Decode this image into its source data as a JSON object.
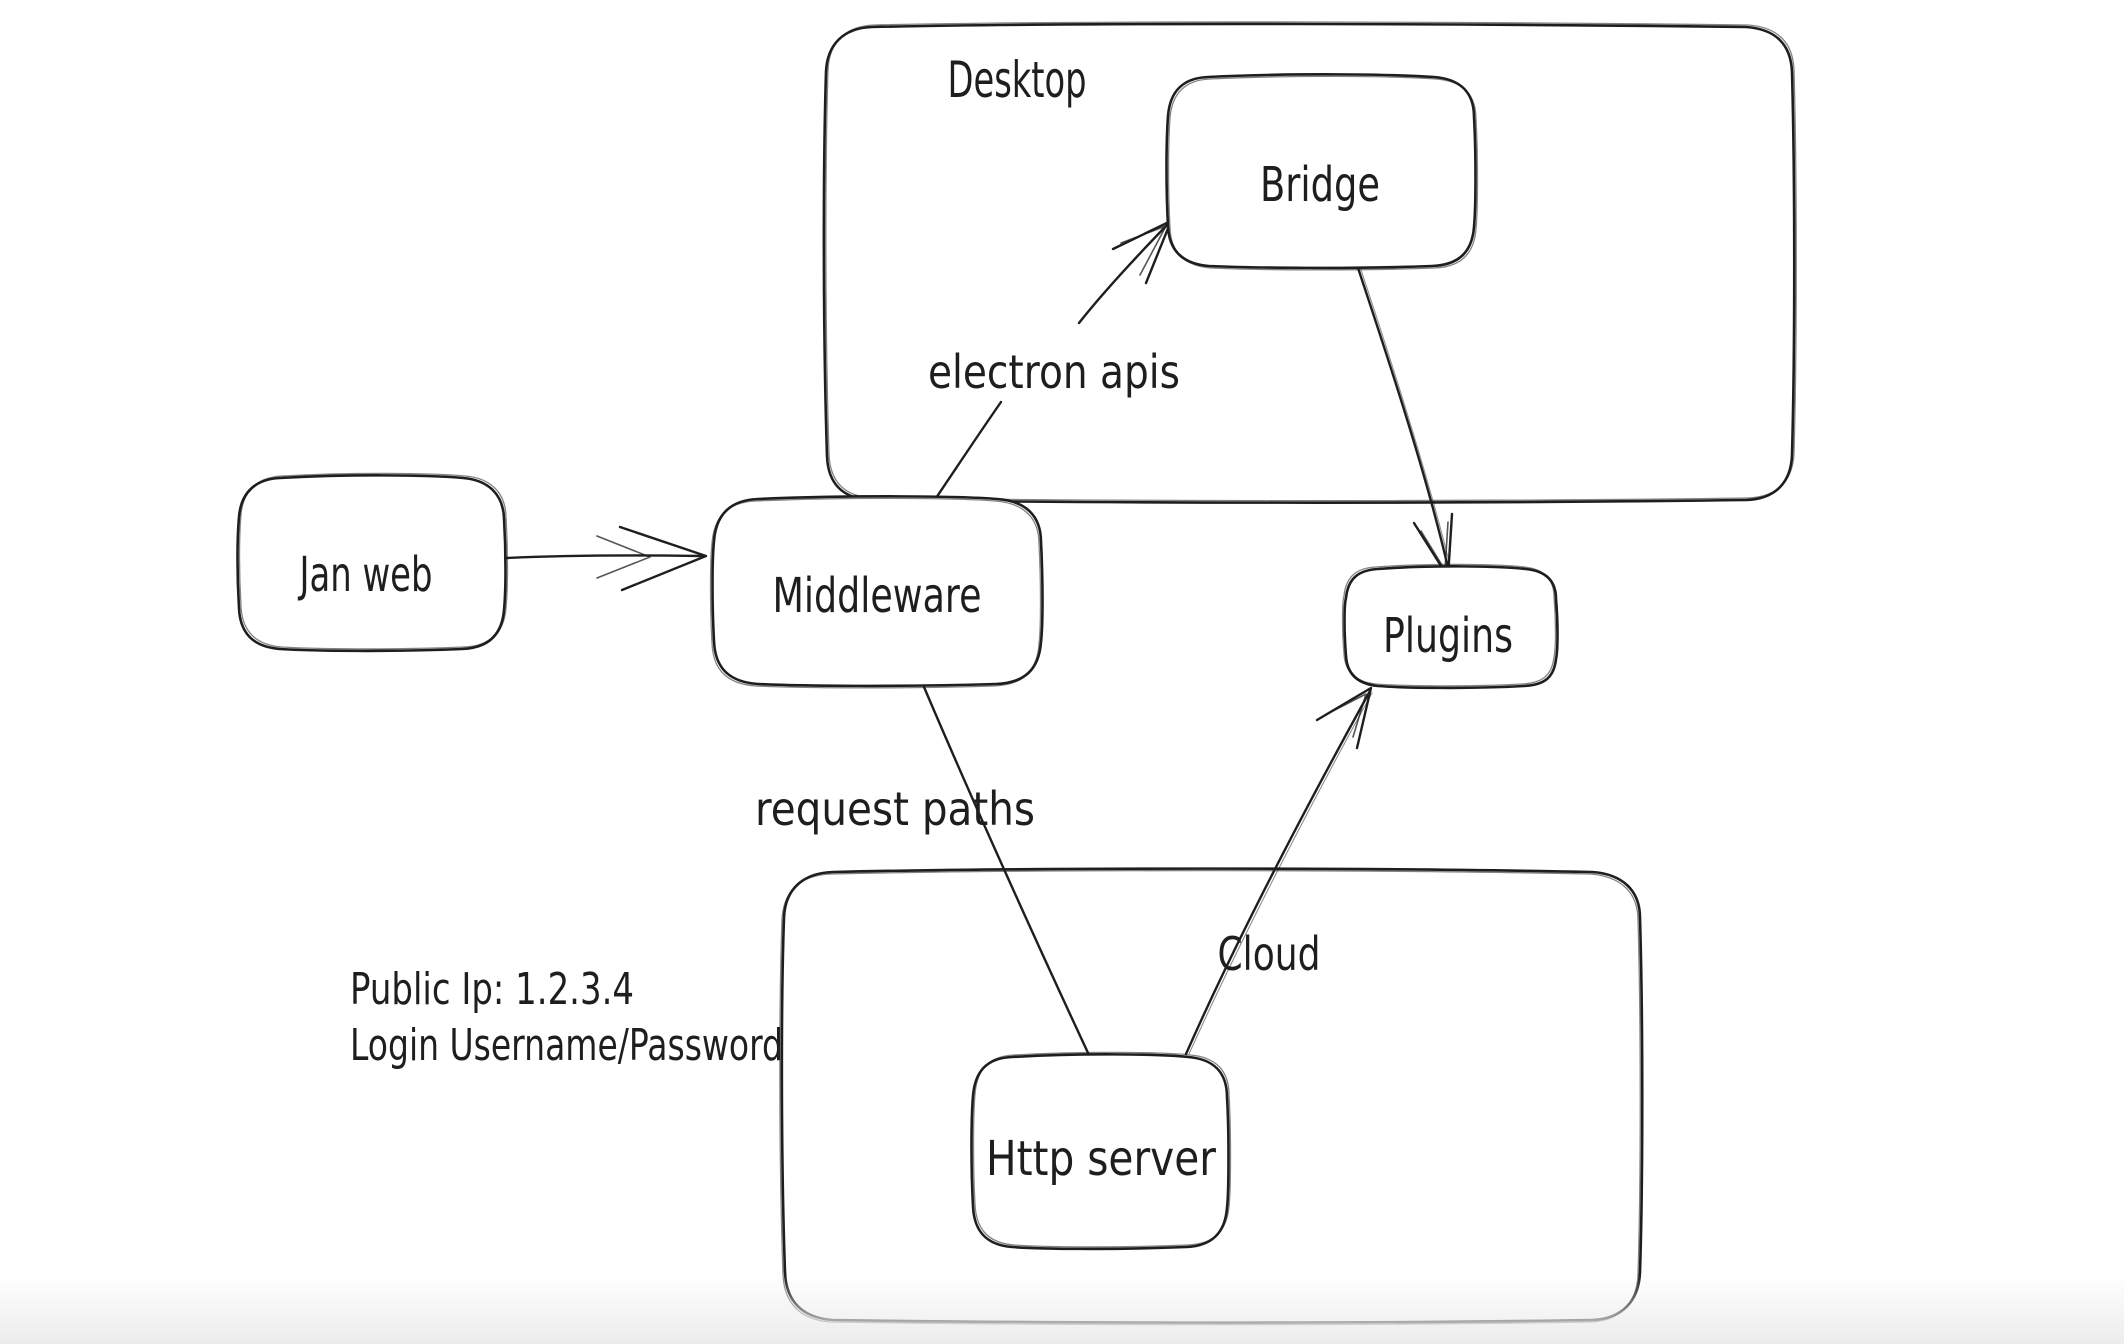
{
  "canvas": {
    "background": "#ffffff",
    "stroke_color": "#1e1e1e",
    "bottom_fade_color": "#ececec"
  },
  "containers": {
    "desktop": {
      "label": "Desktop"
    },
    "cloud": {
      "label": "Cloud"
    }
  },
  "nodes": {
    "jan_web": {
      "label": "Jan web"
    },
    "middleware": {
      "label": "Middleware"
    },
    "bridge": {
      "label": "Bridge"
    },
    "plugins": {
      "label": "Plugins"
    },
    "http_server": {
      "label": "Http server"
    }
  },
  "edges": {
    "jan_web_to_middleware": {
      "label": ""
    },
    "middleware_to_bridge": {
      "label": "electron apis"
    },
    "bridge_to_plugins": {
      "label": ""
    },
    "middleware_to_http_server": {
      "label": "request paths"
    },
    "http_server_to_plugins": {
      "label": ""
    }
  },
  "annotations": {
    "public_ip": "Public Ip: 1.2.3.4",
    "login": "Login Username/Password"
  }
}
